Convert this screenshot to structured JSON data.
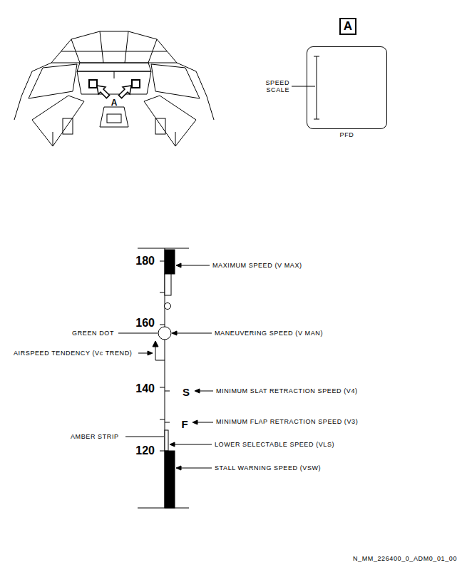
{
  "diagram": {
    "nodes": [
      {
        "text": [
          "A"
        ]
      },
      {
        "text": [
          "PFD"
        ]
      }
    ],
    "labels": [
      "A",
      "SPEED SCALE",
      "180",
      "160",
      "140",
      "120",
      "S",
      "F",
      "MAXIMUM SPEED (V MAX)",
      "GREEN DOT",
      "MANEUVERING SPEED (V MAN)",
      "AIRSPEED TENDENCY (Vc TREND)",
      "MINIMUM SLAT RETRACTION SPEED (V4)",
      "MINIMUM FLAP RETRACTION SPEED (V3)",
      "AMBER STRIP",
      "LOWER SELECTABLE SPEED (VLS)",
      "STALL WARNING SPEED (VSW)",
      "N_MM_226400_0_ADM0_01_00"
    ]
  }
}
